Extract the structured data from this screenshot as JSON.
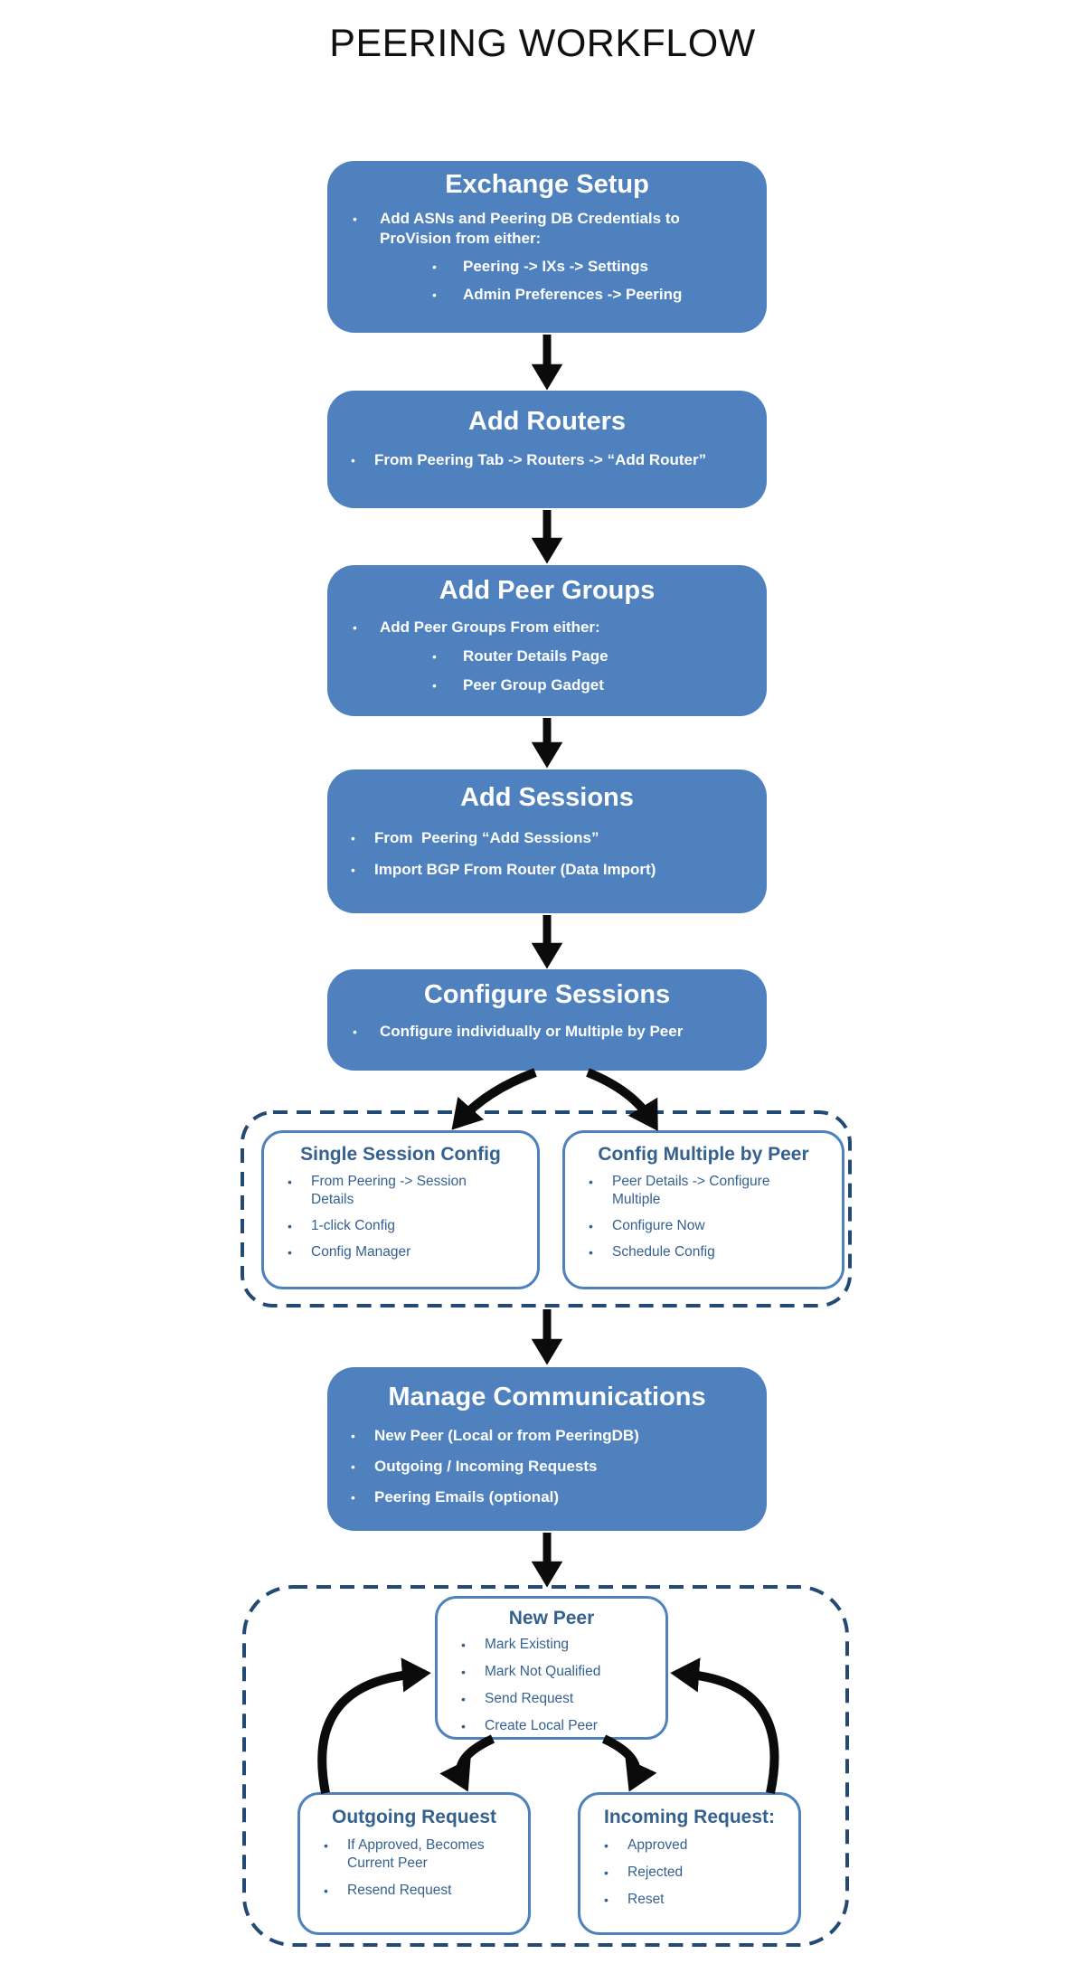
{
  "page": {
    "title": "PEERING WORKFLOW"
  },
  "colors": {
    "node_fill": "#4E81BD",
    "node_text": "#FFFFFF",
    "box_border": "#4F81BD",
    "box_text": "#35618F",
    "dashed_border": "#234A75",
    "arrow": "#0B0B0B"
  },
  "nodes": {
    "exchange_setup": {
      "title": "Exchange Setup",
      "items": [
        {
          "text": "Add ASNs and Peering DB Credentials to ProVision from either:",
          "level": 1
        },
        {
          "text": "Peering -> IXs -> Settings",
          "level": 2
        },
        {
          "text": "Admin Preferences -> Peering",
          "level": 2
        }
      ]
    },
    "add_routers": {
      "title": "Add Routers",
      "items": [
        {
          "text": "From Peering Tab -> Routers -> “Add Router”",
          "level": 1
        }
      ]
    },
    "add_peer_groups": {
      "title": "Add Peer Groups",
      "items": [
        {
          "text": "Add Peer Groups From either:",
          "level": 1
        },
        {
          "text": "Router Details Page",
          "level": 2
        },
        {
          "text": "Peer Group Gadget",
          "level": 2
        }
      ]
    },
    "add_sessions": {
      "title": "Add Sessions",
      "items": [
        {
          "text": "From  Peering “Add Sessions”",
          "level": 1
        },
        {
          "text": "Import BGP From Router (Data Import)",
          "level": 1
        }
      ]
    },
    "configure_sessions": {
      "title": "Configure Sessions",
      "items": [
        {
          "text": "Configure individually or Multiple by Peer",
          "level": 1
        }
      ]
    },
    "single_session_config": {
      "title": "Single Session Config",
      "items": [
        {
          "text": "From Peering -> Session Details",
          "level": 1
        },
        {
          "text": "1-click Config",
          "level": 1
        },
        {
          "text": "Config Manager",
          "level": 1
        }
      ]
    },
    "config_multiple_by_peer": {
      "title": "Config Multiple by Peer",
      "items": [
        {
          "text": "Peer Details -> Configure Multiple",
          "level": 1
        },
        {
          "text": "Configure Now",
          "level": 1
        },
        {
          "text": "Schedule Config",
          "level": 1
        }
      ]
    },
    "manage_communications": {
      "title": "Manage Communications",
      "items": [
        {
          "text": "New Peer (Local or from PeeringDB)",
          "level": 1
        },
        {
          "text": "Outgoing / Incoming Requests",
          "level": 1
        },
        {
          "text": "Peering Emails (optional)",
          "level": 1
        }
      ]
    },
    "new_peer": {
      "title": "New Peer",
      "items": [
        {
          "text": "Mark Existing",
          "level": 1
        },
        {
          "text": "Mark Not Qualified",
          "level": 1
        },
        {
          "text": "Send Request",
          "level": 1
        },
        {
          "text": "Create Local Peer",
          "level": 1
        }
      ]
    },
    "outgoing_request": {
      "title": "Outgoing Request",
      "items": [
        {
          "text": "If Approved, Becomes Current Peer",
          "level": 1
        },
        {
          "text": "Resend Request",
          "level": 1
        }
      ]
    },
    "incoming_request": {
      "title": "Incoming Request:",
      "items": [
        {
          "text": "Approved",
          "level": 1
        },
        {
          "text": "Rejected",
          "level": 1
        },
        {
          "text": "Reset",
          "level": 1
        }
      ]
    }
  }
}
